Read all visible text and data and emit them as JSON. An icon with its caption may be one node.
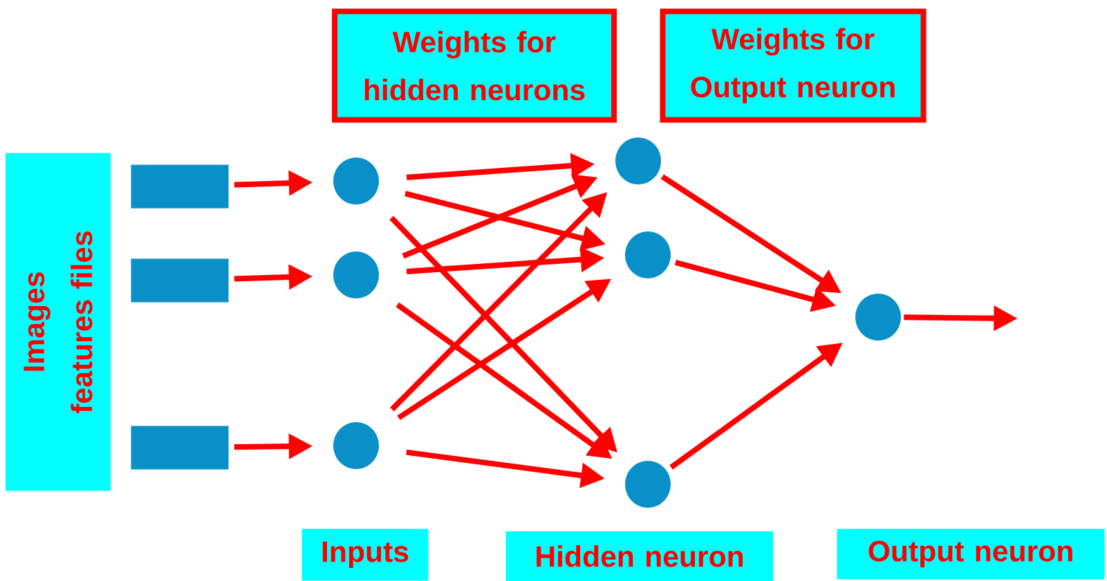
{
  "diagram": {
    "nodes": [
      {
        "text": [
          "Images features files"
        ]
      },
      {
        "text": [],
        "shape": "box"
      },
      {
        "text": [],
        "shape": "box"
      },
      {
        "text": [],
        "shape": "box"
      },
      {
        "text": [],
        "shape": "circle"
      },
      {
        "text": [],
        "shape": "circle"
      },
      {
        "text": [],
        "shape": "circle"
      },
      {
        "text": [],
        "shape": "circle"
      },
      {
        "text": [],
        "shape": "circle"
      },
      {
        "text": [],
        "shape": "circle"
      },
      {
        "text": [],
        "shape": "circle"
      },
      {
        "text": [
          "Weights for hidden neurons"
        ]
      },
      {
        "text": [
          "Weights for Output neuron"
        ]
      },
      {
        "text": [
          "Inputs"
        ]
      },
      {
        "text": [
          "Hidden neuron"
        ]
      },
      {
        "text": [
          "Output neuron"
        ]
      }
    ],
    "edges": [
      {
        "from": 1,
        "to": 4,
        "arrow": "to"
      },
      {
        "from": 2,
        "to": 5,
        "arrow": "to"
      },
      {
        "from": 3,
        "to": 6,
        "arrow": "to"
      },
      {
        "from": 4,
        "to": 7,
        "arrow": "to"
      },
      {
        "from": 4,
        "to": 8,
        "arrow": "to"
      },
      {
        "from": 4,
        "to": 9,
        "arrow": "to"
      },
      {
        "from": 5,
        "to": 7,
        "arrow": "to"
      },
      {
        "from": 5,
        "to": 8,
        "arrow": "to"
      },
      {
        "from": 5,
        "to": 9,
        "arrow": "to"
      },
      {
        "from": 6,
        "to": 7,
        "arrow": "to"
      },
      {
        "from": 6,
        "to": 8,
        "arrow": "to"
      },
      {
        "from": 6,
        "to": 9,
        "arrow": "to"
      },
      {
        "from": 7,
        "to": 10,
        "arrow": "to"
      },
      {
        "from": 8,
        "to": 10,
        "arrow": "to"
      },
      {
        "from": 9,
        "to": 10,
        "arrow": "to"
      },
      {
        "from": 10,
        "to": null,
        "arrow": "to"
      }
    ]
  }
}
